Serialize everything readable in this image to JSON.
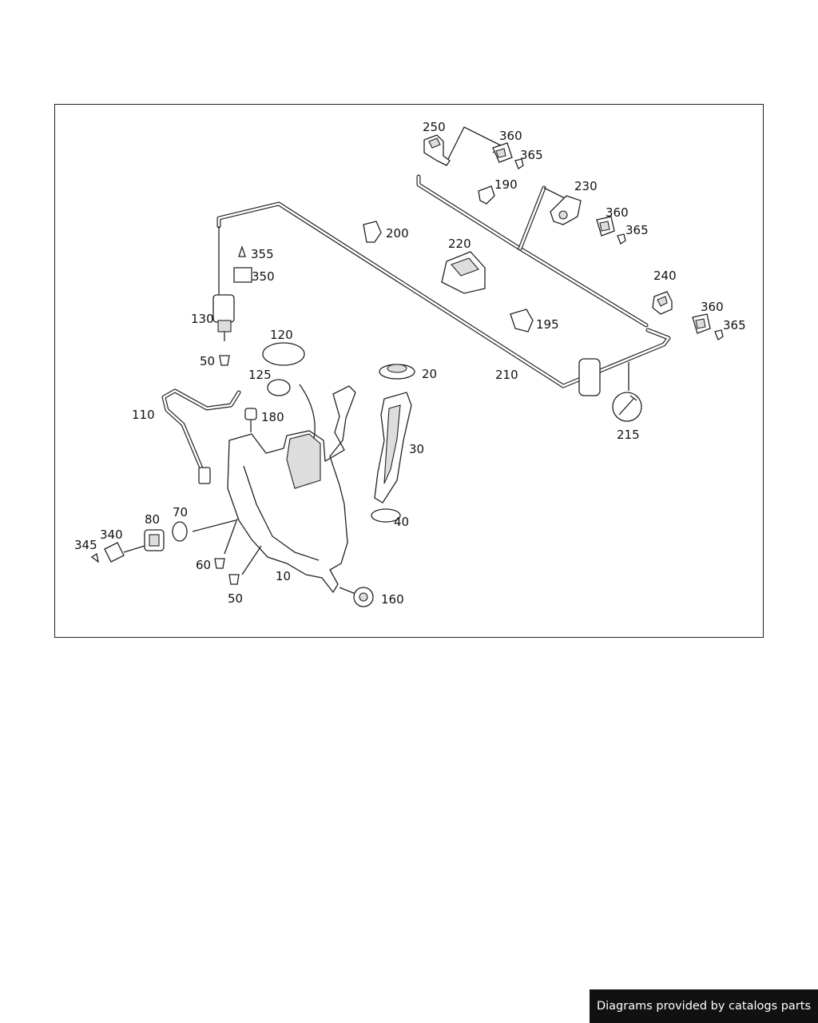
{
  "diagram": {
    "part_labels": [
      {
        "id": "250",
        "text": "250"
      },
      {
        "id": "360a",
        "text": "360"
      },
      {
        "id": "365a",
        "text": "365"
      },
      {
        "id": "190",
        "text": "190"
      },
      {
        "id": "230",
        "text": "230"
      },
      {
        "id": "360b",
        "text": "360"
      },
      {
        "id": "365b",
        "text": "365"
      },
      {
        "id": "200",
        "text": "200"
      },
      {
        "id": "220",
        "text": "220"
      },
      {
        "id": "355",
        "text": "355"
      },
      {
        "id": "350",
        "text": "350"
      },
      {
        "id": "240",
        "text": "240"
      },
      {
        "id": "360c",
        "text": "360"
      },
      {
        "id": "365c",
        "text": "365"
      },
      {
        "id": "195",
        "text": "195"
      },
      {
        "id": "130",
        "text": "130"
      },
      {
        "id": "120",
        "text": "120"
      },
      {
        "id": "50a",
        "text": "50"
      },
      {
        "id": "125",
        "text": "125"
      },
      {
        "id": "20",
        "text": "20"
      },
      {
        "id": "210",
        "text": "210"
      },
      {
        "id": "215",
        "text": "215"
      },
      {
        "id": "110",
        "text": "110"
      },
      {
        "id": "180",
        "text": "180"
      },
      {
        "id": "30",
        "text": "30"
      },
      {
        "id": "80",
        "text": "80"
      },
      {
        "id": "70",
        "text": "70"
      },
      {
        "id": "340",
        "text": "340"
      },
      {
        "id": "345",
        "text": "345"
      },
      {
        "id": "40",
        "text": "40"
      },
      {
        "id": "60",
        "text": "60"
      },
      {
        "id": "10",
        "text": "10"
      },
      {
        "id": "50b",
        "text": "50"
      },
      {
        "id": "160",
        "text": "160"
      }
    ]
  },
  "footer": {
    "credit": "Diagrams provided by catalogs parts"
  }
}
